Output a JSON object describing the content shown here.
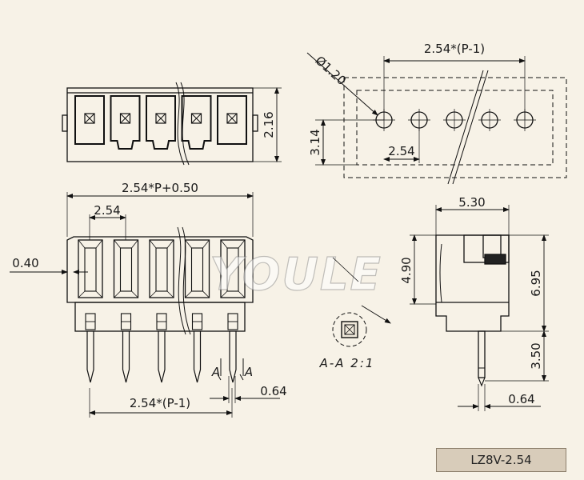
{
  "drawing": {
    "model": "LZ8V-2.54",
    "watermark": "YOULE",
    "section_view_label": "A-A 2:1",
    "section_marker": "A",
    "dims": {
      "top_right_pitch": "2.54*(P-1)",
      "hole_dia": "Ø1.20",
      "hole_row_height": "3.14",
      "hole_pitch": "2.54",
      "top_left_height": "2.16",
      "front_width": "2.54*P+0.50",
      "front_pitch": "2.54",
      "front_wall": "0.40",
      "front_pin_span": "2.54*(P-1)",
      "pin_width_front": "0.64",
      "side_width": "5.30",
      "side_body_upper": "4.90",
      "side_body_height": "6.95",
      "side_pin_length": "3.50",
      "pin_width_side": "0.64"
    }
  }
}
